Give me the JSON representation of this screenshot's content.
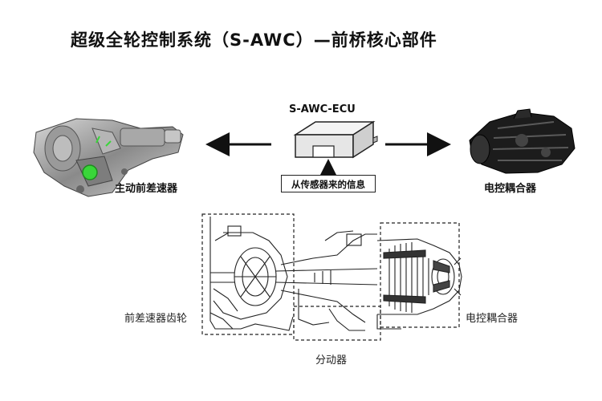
{
  "title": "超级全轮控制系统（S-AWC）—前桥核心部件",
  "ecu": {
    "name": "S-AWC-ECU",
    "input_label": "从传感器来的信息"
  },
  "components": {
    "front_diff": "主动前差速器",
    "coupling": "电控耦合器"
  },
  "cutaway_labels": {
    "diff_gear": "前差速器齿轮",
    "transfer": "分动器",
    "coupling": "电控耦合器"
  },
  "colors": {
    "highlight": "#39d639",
    "line": "#222222"
  }
}
